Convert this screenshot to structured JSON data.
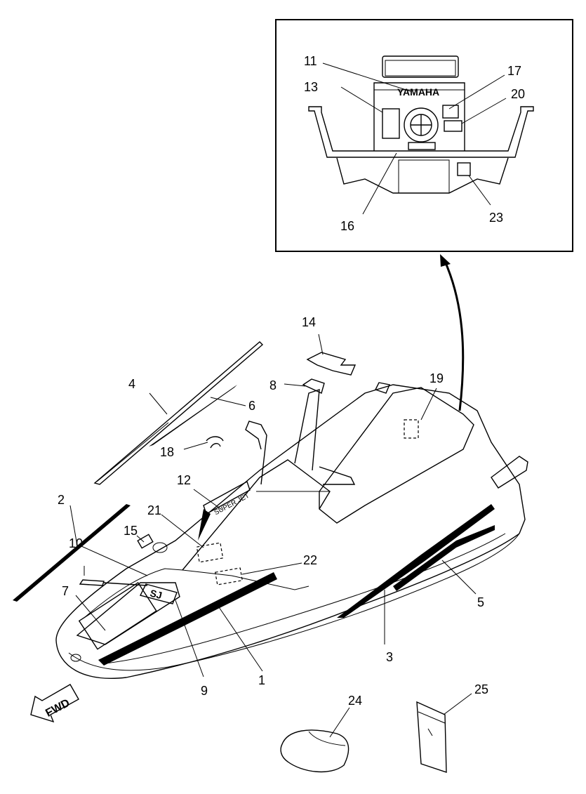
{
  "diagram": {
    "labels": {
      "l1": "1",
      "l2": "2",
      "l3": "3",
      "l4": "4",
      "l5": "5",
      "l6": "6",
      "l7": "7",
      "l8": "8",
      "l9": "9",
      "l10": "10",
      "l11": "11",
      "l12": "12",
      "l13": "13",
      "l14": "14",
      "l15": "15",
      "l16": "16",
      "l17": "17",
      "l18": "18",
      "l19": "19",
      "l20": "20",
      "l21": "21",
      "l22": "22",
      "l23": "23",
      "l24": "24",
      "l25": "25"
    },
    "brand_text": "YAMAHA",
    "direction_text": "FWD",
    "model_text": "SUPER JET",
    "stripe_text": "SJ"
  }
}
